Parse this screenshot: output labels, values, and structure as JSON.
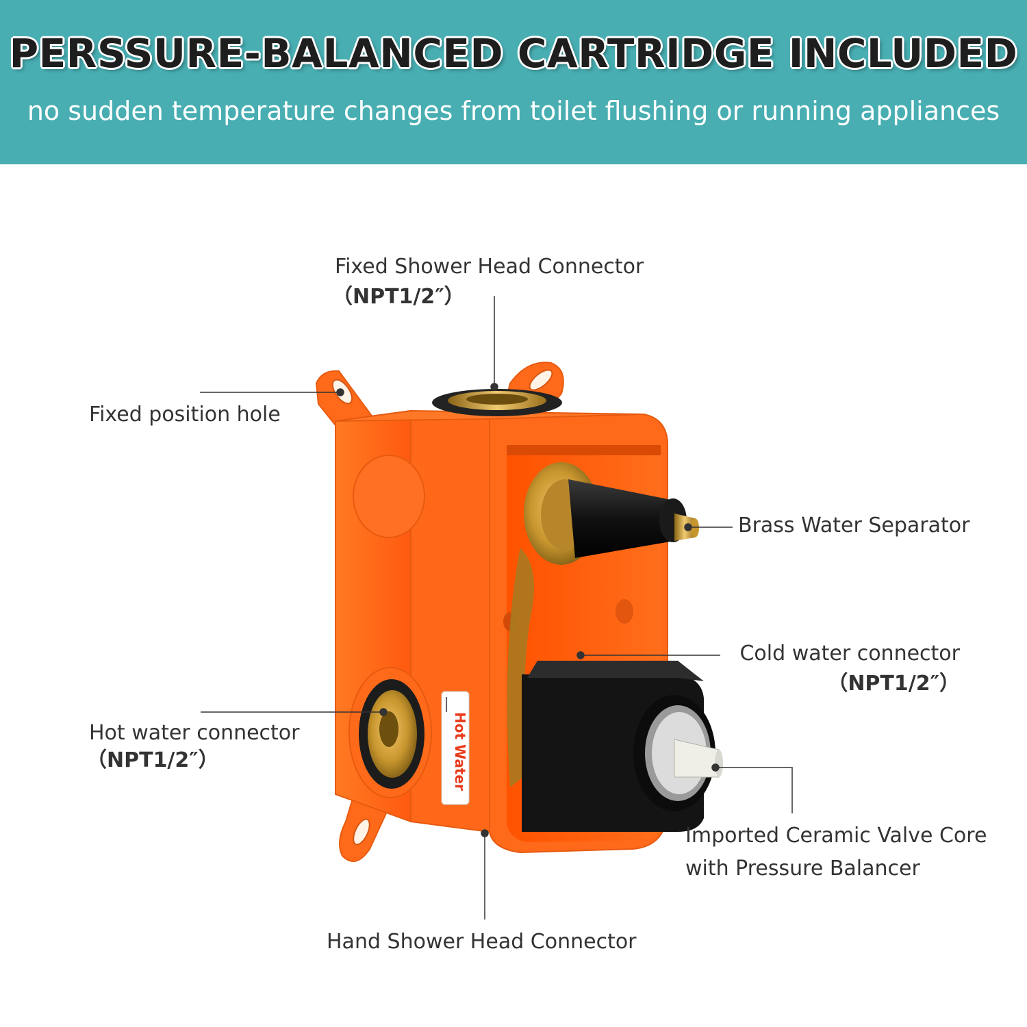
{
  "header": {
    "title": "PERSSURE-BALANCED CARTRIDGE INCLUDED",
    "subtitle": "no sudden temperature changes from toilet flushing or running appliances"
  },
  "colors": {
    "banner": "#48aeb2",
    "housing": "#ff6a1a",
    "brass": "#c8962e",
    "knob": "#111111"
  },
  "callouts": {
    "fixed_shower": {
      "name": "Fixed Shower Head Connector",
      "spec": "（NPT1/2″）"
    },
    "fixed_hole": {
      "name": "Fixed position hole"
    },
    "brass_separator": {
      "name": "Brass Water Separator"
    },
    "cold_water": {
      "name": "Cold water connector",
      "spec": "（NPT1/2″）"
    },
    "hot_water": {
      "name": "Hot water connector",
      "spec": "（NPT1/2″）"
    },
    "valve_core": {
      "line1": "Imported Ceramic Valve Core",
      "line2": "with Pressure Balancer"
    },
    "hand_shower": {
      "name": "Hand Shower Head Connector"
    }
  },
  "product": {
    "sticker_text": "Hot Water"
  }
}
